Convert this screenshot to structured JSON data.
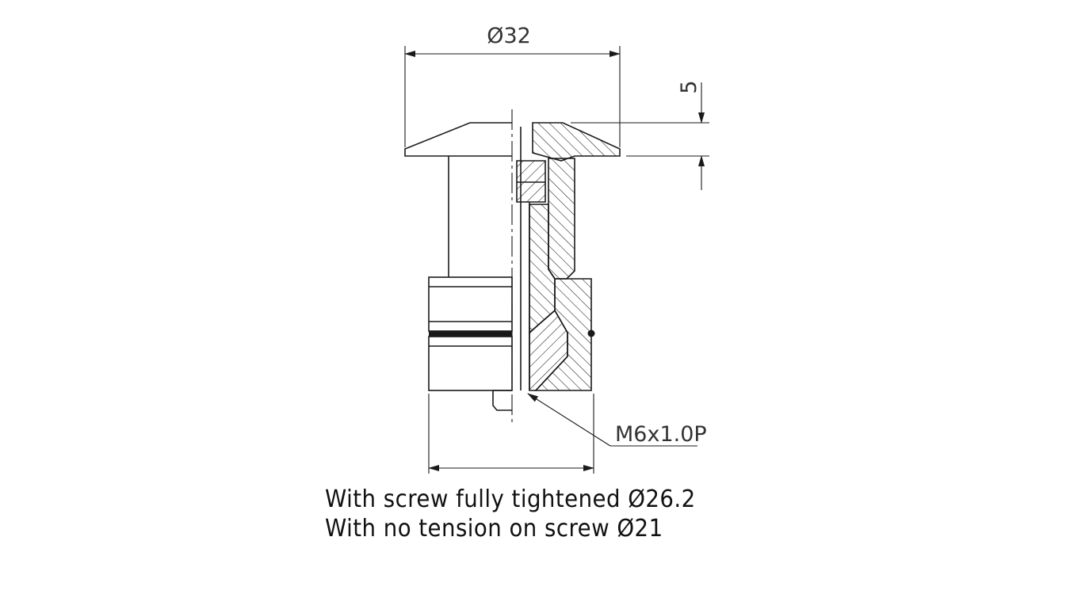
{
  "dimensions": {
    "top_diameter": "Ø32",
    "flange_thickness": "5",
    "thread": "M6x1.0P"
  },
  "notes": [
    "With screw fully tightened Ø26.2",
    "With no tension on screw Ø21"
  ]
}
